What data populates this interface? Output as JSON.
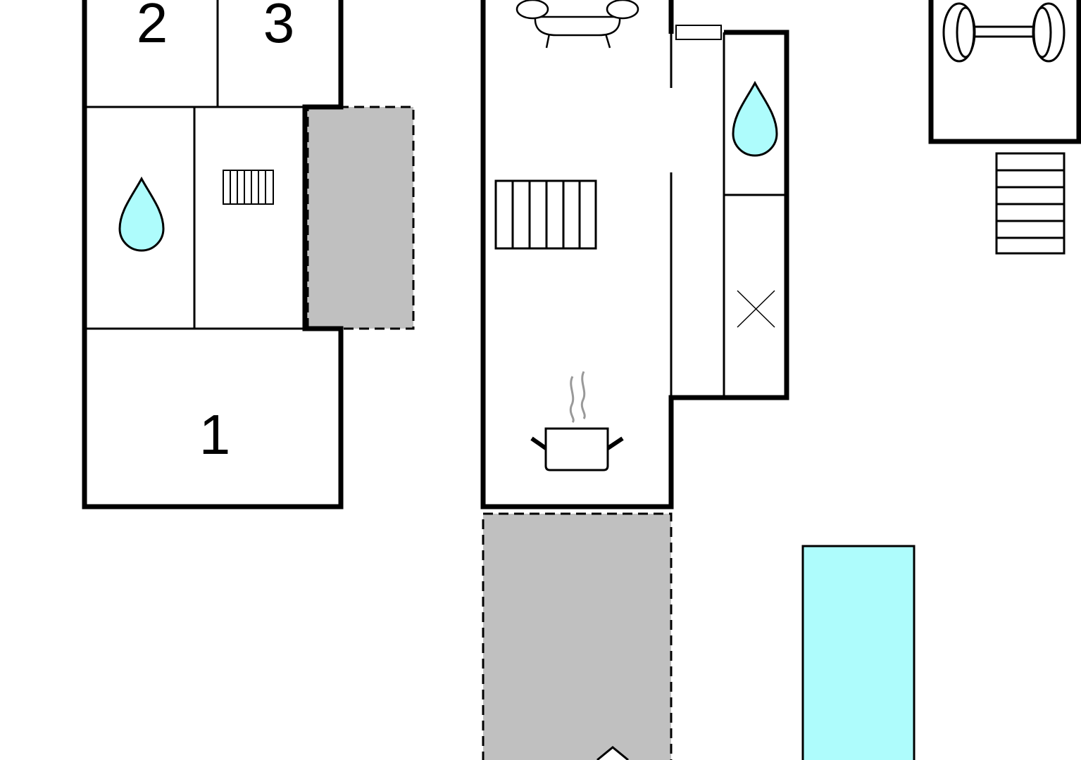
{
  "rooms": {
    "bedroom_1": "1",
    "bedroom_2": "2",
    "bedroom_3": "3"
  },
  "icons": {
    "bathroom_left": "water-drop-icon",
    "bathroom_right": "water-drop-icon",
    "radiator_small": "radiator-icon",
    "radiator_large": "radiator-icon",
    "sofa": "sofa-icon",
    "kitchen": "cooking-pot-icon",
    "utility": "cross-icon",
    "gym": "dumbbell-icon",
    "stairs": "stairs-icon",
    "pool": "swimming-pool"
  },
  "colors": {
    "wall": "#000000",
    "terrace": "#c0c0c0",
    "water": "#aefcfc"
  }
}
